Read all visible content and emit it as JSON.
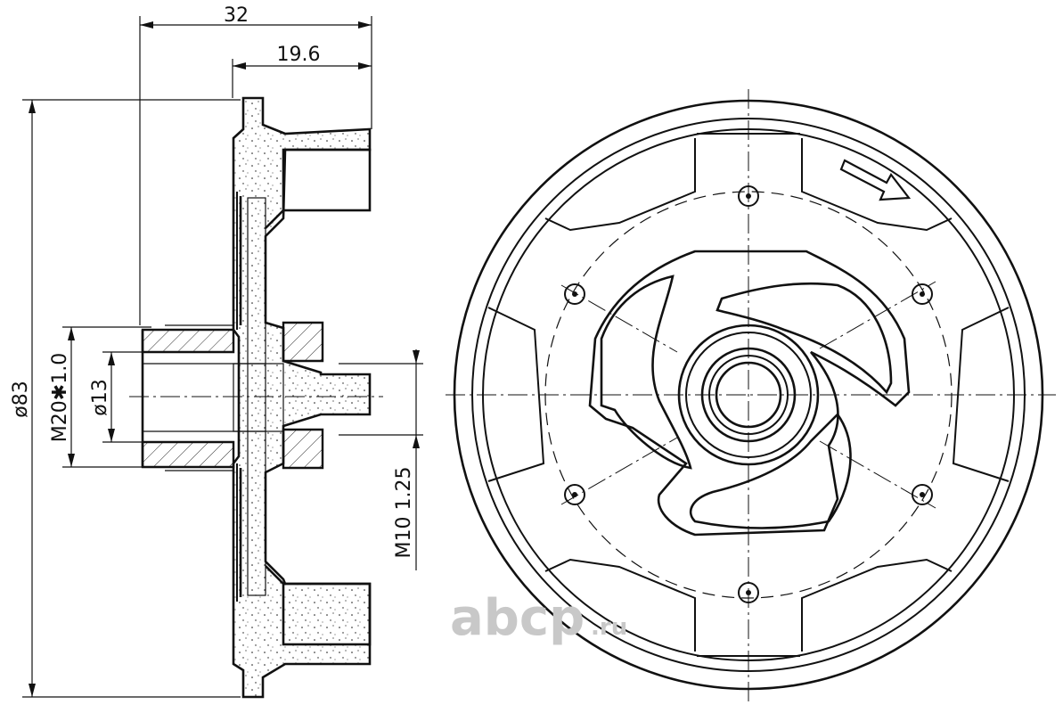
{
  "dimensions": {
    "overall_length": "32",
    "flange_length": "19.6",
    "outer_diameter": "ø83",
    "thread_main": "M20✱1.0",
    "bore_diameter": "ø13",
    "thread_bolt": "M10 1.25"
  },
  "watermark": {
    "brand": "abcp",
    "suffix": ".ru",
    "color": "#c8c8c8"
  },
  "icons": {
    "rotation": "rotation-arrow-icon"
  },
  "colors": {
    "line": "#111111",
    "background": "#ffffff"
  }
}
